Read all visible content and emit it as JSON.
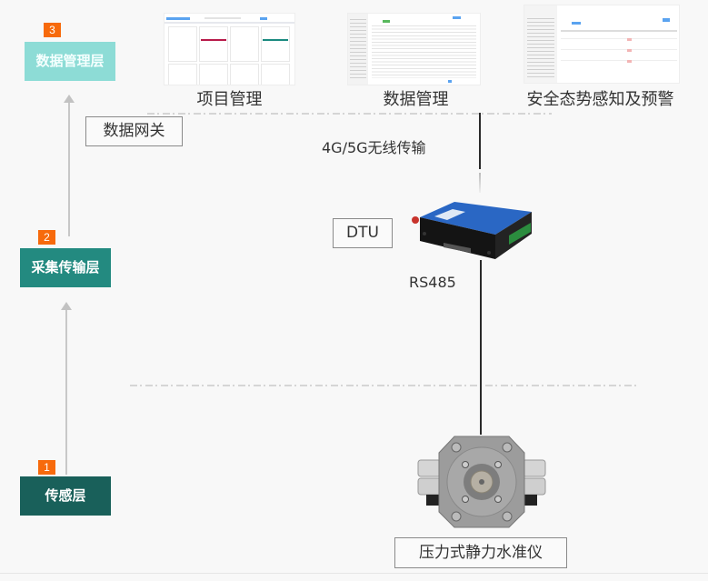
{
  "layers": [
    {
      "number": "3",
      "label": "数据管理层",
      "color": "#8ddcd6"
    },
    {
      "number": "2",
      "label": "采集传输层",
      "color": "#238a80"
    },
    {
      "number": "1",
      "label": "传感层",
      "color": "#19605a"
    }
  ],
  "badge_color": "#f76a0c",
  "gateway_label": "数据网关",
  "platform_modules": [
    {
      "caption": "项目管理",
      "icon": "project-dashboard-thumbnail"
    },
    {
      "caption": "数据管理",
      "icon": "data-table-thumbnail"
    },
    {
      "caption": "安全态势感知及预警",
      "icon": "warning-table-thumbnail"
    }
  ],
  "links": {
    "wireless_label": "4G/5G无线传输",
    "bus_label": "RS485"
  },
  "devices": {
    "dtu": {
      "label": "DTU",
      "icon": "dtu-device-icon"
    },
    "sensor": {
      "label": "压力式静力水准仪",
      "icon": "hydrostatic-level-sensor-icon"
    }
  }
}
